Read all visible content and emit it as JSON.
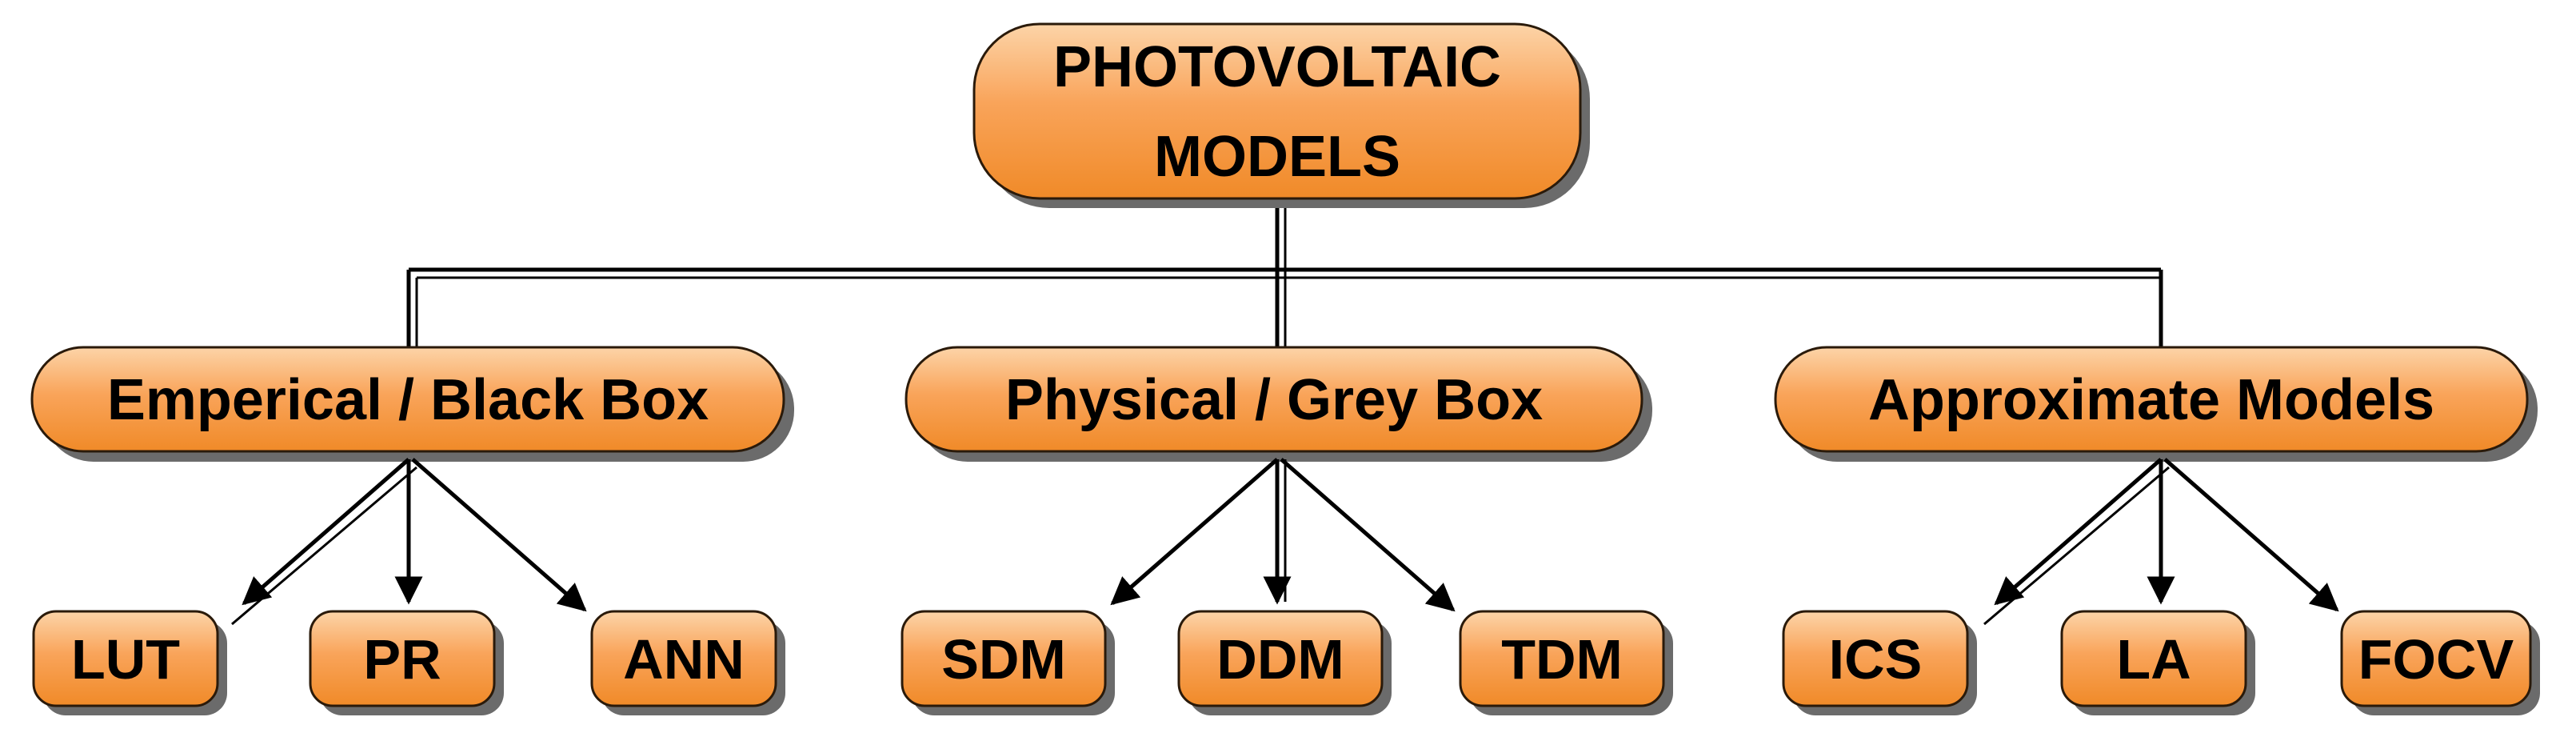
{
  "root": {
    "lines": [
      "PHOTOVOLTAIC",
      "MODELS"
    ]
  },
  "categories": [
    {
      "label": "Emperical / Black Box",
      "children": [
        {
          "label": "LUT"
        },
        {
          "label": "PR"
        },
        {
          "label": "ANN"
        }
      ]
    },
    {
      "label": "Physical / Grey Box",
      "children": [
        {
          "label": "SDM"
        },
        {
          "label": "DDM"
        },
        {
          "label": "TDM"
        }
      ]
    },
    {
      "label": "Approximate Models",
      "children": [
        {
          "label": "ICS"
        },
        {
          "label": "LA"
        },
        {
          "label": "FOCV"
        }
      ]
    }
  ],
  "colors": {
    "box_light": "#fcd4a8",
    "box_mid": "#f9a45a",
    "box_dark": "#f08a28",
    "outline": "#2a1a0a",
    "shadow": "#6b6b6b",
    "connector": "#000000"
  }
}
